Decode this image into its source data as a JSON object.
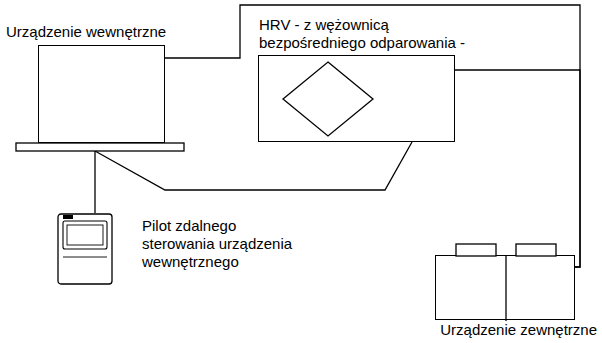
{
  "diagram": {
    "nodes": [
      {
        "text": [
          "Urządzenie wewnętrzne"
        ]
      },
      {
        "text": [
          "HRV - z wężownicą bezpośredniego odparowania -"
        ]
      },
      {
        "text": [
          "Pilot zdalnego sterowania urządzenia wewnętrznego"
        ]
      },
      {
        "text": [
          "Urządzenie zewnętrzne"
        ]
      }
    ],
    "edges": [
      {
        "from": 0,
        "to": 1,
        "arrow": "none"
      },
      {
        "from": 0,
        "to": 3,
        "arrow": "none"
      },
      {
        "from": 1,
        "to": 3,
        "arrow": "none"
      },
      {
        "from": 0,
        "to": 2,
        "arrow": "none"
      }
    ]
  }
}
